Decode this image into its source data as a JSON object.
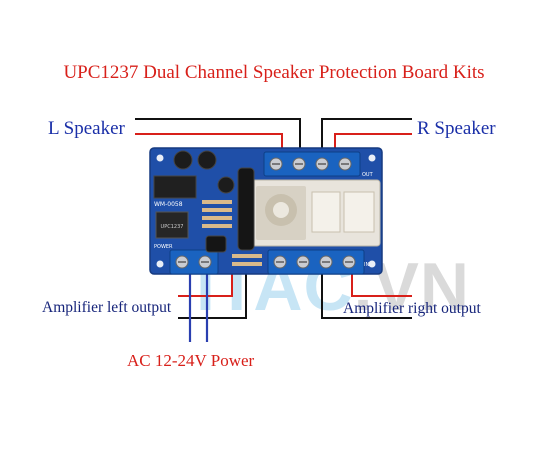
{
  "title": "UPC1237 Dual Channel Speaker Protection Board Kits",
  "labels": {
    "left_speaker": "L Speaker",
    "right_speaker": "R Speaker",
    "amp_left": "Amplifier left output",
    "amp_right": "Amplifier right output",
    "ac_power": "AC 12-24V Power"
  },
  "board_marks": {
    "model": "WM-0058",
    "out": "OUT",
    "power": "POWER",
    "in": "IN"
  },
  "watermark": "ITAC.VN",
  "colors": {
    "title": "#d8201a",
    "speaker_label": "#1a2fa8",
    "amp_label": "#16247a",
    "power_label": "#d8201a",
    "pcb": "#1f4fa8",
    "terminal": "#1a63c0",
    "relay": "#e8e4dc",
    "wire_red": "#d8201a",
    "wire_black": "#111111",
    "wire_blue": "#2a3fb0"
  }
}
